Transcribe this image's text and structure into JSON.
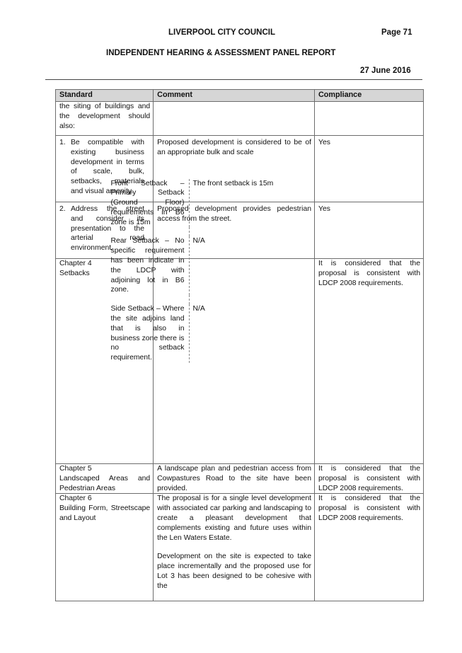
{
  "header": {
    "council": "LIVERPOOL CITY COUNCIL",
    "page": "Page 71",
    "report_title": "INDEPENDENT HEARING & ASSESSMENT PANEL REPORT",
    "date": "27 June 2016"
  },
  "table": {
    "headers": [
      "Standard",
      "Comment",
      "Compliance"
    ],
    "row0": {
      "standard": "the siting of buildings and the development should also:"
    },
    "row1": {
      "num": "1.",
      "standard": "Be compatible with existing business development in terms of scale, bulk, setbacks, materials and visual amenity.",
      "comment": "Proposed development is considered to be of an appropriate bulk and scale",
      "compliance": "Yes"
    },
    "row2": {
      "num": "2.",
      "standard": "Address the street and consider its presentation to the arterial road environment.",
      "comment": "Proposed development provides pedestrian access from the street.",
      "compliance": "Yes"
    },
    "row3": {
      "chapter": "Chapter 4",
      "title": "Setbacks",
      "items": [
        {
          "req": "Front Setback – Primary Setback (Ground Floor) requirements in B6 zone is 15m",
          "val": "The front setback is 15m"
        },
        {
          "req": "Rear Setback – No specific requirement has been indicate in the LDCP with adjoining lot in B6 zone.",
          "val": "N/A"
        },
        {
          "req": "Side Setback – Where the site adjoins land that is also in business zone there is no setback requirement.",
          "val": "N/A"
        }
      ],
      "compliance": "It is considered that the proposal is consistent with LDCP 2008 requirements."
    },
    "row4": {
      "chapter": "Chapter 5",
      "title": "Landscaped Areas and Pedestrian Areas",
      "comment": "A landscape plan and pedestrian access from Cowpastures Road to the site have been provided.",
      "compliance": "It is considered that the proposal is consistent with LDCP 2008 requirements."
    },
    "row5": {
      "chapter": "Chapter 6",
      "title": "Building Form, Streetscape and Layout",
      "comment1": "The proposal is for a single level development with associated car parking and landscaping to create a pleasant development that complements existing and future uses within the Len Waters Estate.",
      "comment2": "Development on the site is expected to take place incrementally and the proposed use for Lot 3 has been designed to be cohesive with the",
      "compliance": "It is considered that the proposal is consistent with LDCP 2008 requirements."
    }
  }
}
